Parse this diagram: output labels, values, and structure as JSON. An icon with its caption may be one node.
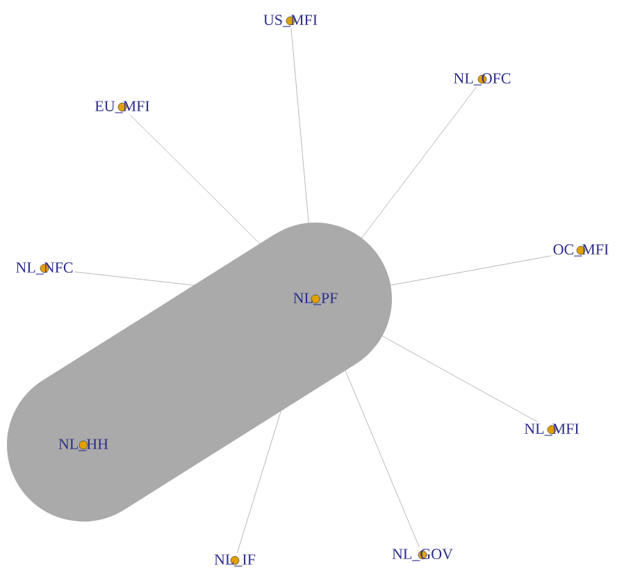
{
  "diagram": {
    "nodes": [
      {
        "text": [],
        "shape": "capsule"
      },
      {
        "text": [
          "US_MFI"
        ]
      },
      {
        "text": [
          "NL_OFC"
        ]
      },
      {
        "text": [
          "EU_MFI"
        ]
      },
      {
        "text": [
          "OC_MFI"
        ]
      },
      {
        "text": [
          "NL_NFC"
        ]
      },
      {
        "text": [
          "NL_PF"
        ],
        "in": 0
      },
      {
        "text": [
          "NL_MFI"
        ]
      },
      {
        "text": [
          "NL_HH"
        ],
        "in": 0
      },
      {
        "text": [
          "NL_GOV"
        ]
      },
      {
        "text": [
          "NL_IF"
        ]
      }
    ],
    "edges": [
      {
        "from": 0,
        "to": 1,
        "arrow": "none"
      },
      {
        "from": 0,
        "to": 2,
        "arrow": "none"
      },
      {
        "from": 0,
        "to": 3,
        "arrow": "none"
      },
      {
        "from": 0,
        "to": 4,
        "arrow": "none"
      },
      {
        "from": 0,
        "to": 5,
        "arrow": "none"
      },
      {
        "from": 0,
        "to": 7,
        "arrow": "none"
      },
      {
        "from": 0,
        "to": 9,
        "arrow": "none"
      },
      {
        "from": 0,
        "to": 10,
        "arrow": "none"
      }
    ]
  }
}
